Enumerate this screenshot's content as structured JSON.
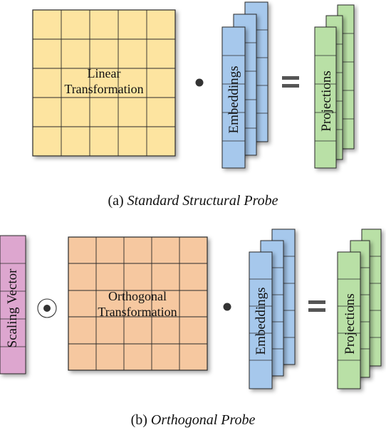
{
  "panel_a": {
    "matrix_label_line1": "Linear",
    "matrix_label_line2": "Transformation",
    "operator": "•",
    "equals": "=",
    "embeddings_label": "Embeddings",
    "projections_label": "Projections",
    "caption_prefix": "(a)",
    "caption_title": "Standard Structural Probe"
  },
  "panel_b": {
    "vector_label": "Scaling Vector",
    "hadamard_operator": "⊙",
    "matrix_label_line1": "Orthogonal",
    "matrix_label_line2": "Transformation",
    "operator": "•",
    "equals": "=",
    "embeddings_label": "Embeddings",
    "projections_label": "Projections",
    "caption_prefix": "(b)",
    "caption_title": "Orthogonal Probe"
  },
  "colors": {
    "linear_fill": "#fde4a0",
    "orthogonal_fill": "#f6c8a0",
    "embeddings_fill": "#a6c8ec",
    "projections_fill": "#b9e0a6",
    "scaling_fill": "#dda6cf",
    "outline": "#2a2a2a"
  }
}
